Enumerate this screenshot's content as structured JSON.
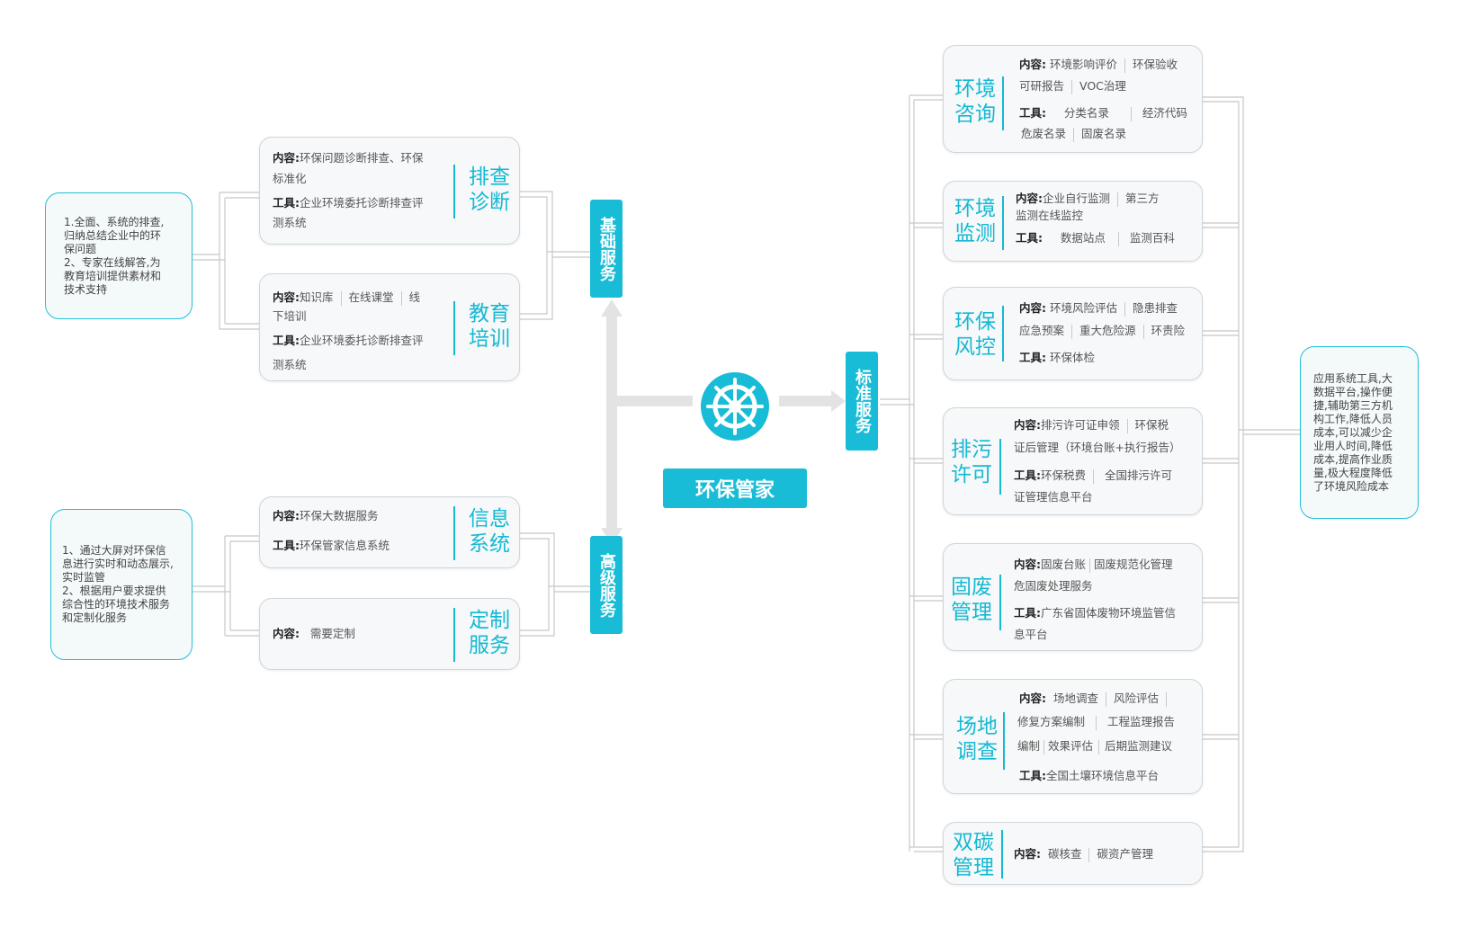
{
  "center": {
    "title": "环保管家"
  },
  "tags": {
    "basic": "基础服务",
    "advanced": "高级服务",
    "standard": "标准服务"
  },
  "left_notes": {
    "basic": "1.全面、系统的排查,\n归纳总结企业中的环\n保问题\n2、专家在线解答,为\n教育培训提供素材和\n技术支持",
    "advanced": "1、通过大屏对环保信\n息进行实时和动态展示,\n实时监管\n2、根据用户要求提供\n综合性的环境技术服务\n和定制化服务"
  },
  "right_note": "应用系统工具,大\n数据平台,操作便\n捷,辅助第三方机\n构工作,降低人员\n成本,可以减少企\n业用人时间,降低\n成本,提高作业质\n量,极大程度降低\n了环境风险成本",
  "labels": {
    "content": "内容:",
    "tool": "工具:"
  },
  "left_cards": {
    "diagnosis": {
      "title_l1": "排查",
      "title_l2": "诊断",
      "content_l1": "环保问题诊断排查、环保",
      "content_l2": "标准化",
      "tool_l1": "企业环境委托诊断排查评",
      "tool_l2": "测系统"
    },
    "training": {
      "title_l1": "教育",
      "title_l2": "培训",
      "content_a": "知识库",
      "content_b": "在线课堂",
      "content_c": "线",
      "content_l2": "下培训",
      "tool_l1": "企业环境委托诊断排查评",
      "tool_l2": "测系统"
    },
    "info": {
      "title_l1": "信息",
      "title_l2": "系统",
      "content": "环保大数据服务",
      "tool": "环保管家信息系统"
    },
    "custom": {
      "title_l1": "定制",
      "title_l2": "服务",
      "content": "需要定制"
    }
  },
  "right_cards": {
    "consult": {
      "title_l1": "环境",
      "title_l2": "咨询",
      "c1a": "环境影响评价",
      "c1b": "环保验收",
      "c2a": "可研报告",
      "c2b": "VOC治理",
      "t1a": "分类名录",
      "t1b": "经济代码",
      "t2a": "危废名录",
      "t2b": "固废名录"
    },
    "monitor": {
      "title_l1": "环境",
      "title_l2": "监测",
      "c1a": "企业自行监测",
      "c1b": "第三方",
      "c2": "监测在线监控",
      "t1a": "数据站点",
      "t1b": "监测百科"
    },
    "risk": {
      "title_l1": "环保",
      "title_l2": "风控",
      "c1a": "环境风险评估",
      "c1b": "隐患排查",
      "c2a": "应急预案",
      "c2b": "重大危险源",
      "c2c": "环责险",
      "t1": "环保体检"
    },
    "permit": {
      "title_l1": "排污",
      "title_l2": "许可",
      "c1a": "排污许可证申领",
      "c1b": "环保税",
      "c2": "证后管理（环境台账+执行报告）",
      "t1a": "环保税费",
      "t1b": "全国排污许可",
      "t2": "证管理信息平台"
    },
    "waste": {
      "title_l1": "固废",
      "title_l2": "管理",
      "c1a": "固废台账",
      "c1b": "固废规范化管理",
      "c2": "危固废处理服务",
      "t1": "广东省固体废物环境监管信",
      "t2": "息平台"
    },
    "site": {
      "title_l1": "场地",
      "title_l2": "调查",
      "c1a": "场地调查",
      "c1b": "风险评估",
      "c2a": "修复方案编制",
      "c2b": "工程监理报告",
      "c3a": "编制",
      "c3b": "效果评估",
      "c3c": "后期监测建议",
      "t1": "全国土壤环境信息平台"
    },
    "carbon": {
      "title_l1": "双碳",
      "title_l2": "管理",
      "c1a": "碳核查",
      "c1b": "碳资产管理"
    }
  },
  "colors": {
    "accent": "#18bcd6",
    "line": "#c8c8c8",
    "arrow": "#e3e3e3"
  },
  "icons": {
    "center": "ship-wheel-icon"
  }
}
